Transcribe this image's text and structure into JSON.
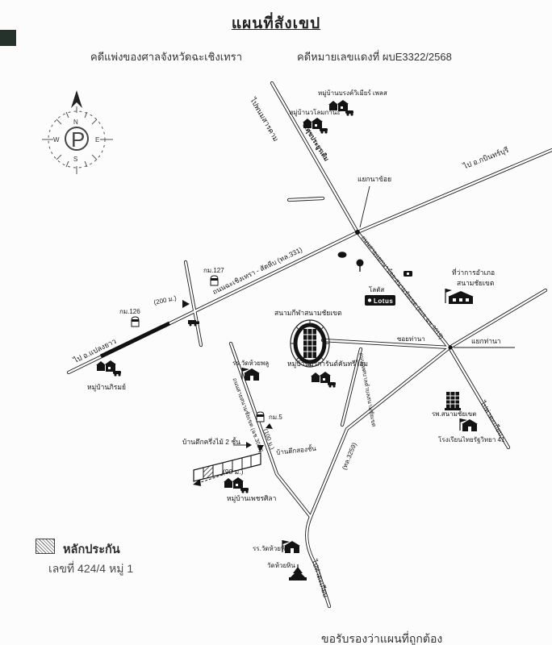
{
  "header": {
    "title": "แผนที่สังเขป",
    "case_left": "คดีแพ่งของศาลจังหวัดฉะเชิงเทรา",
    "case_right": "คดีหมายเลขแดงที่ ผบE3322/2568"
  },
  "footer": {
    "certify": "ขอรับรองว่าแผนที่ถูกต้อง"
  },
  "compass": {
    "n": "N",
    "e": "E",
    "s": "S",
    "w": "W",
    "monogram": "P"
  },
  "legend": {
    "collateral_label": "หลักประกัน",
    "address": "เลขที่ 424/4 หมู่ 1"
  },
  "map": {
    "roads": {
      "to_phanom": "ไปพนมสารคาม",
      "old_road": "ถ.ศุขประยูรเดิม",
      "to_kabin": "ไป อ.กบินทร์บุรี",
      "hwy331": "ถนนฉะเชิงเทรา - สัตหีบ (ทล.331)",
      "to_plaengyao": "ไป อ.แปลงยาว",
      "rd3019": "ถนนสายแยกนาข้อย-สนามชัยเขต (อบจ.ฉช.3019)",
      "soi_thana": "ซอยท่านา",
      "municipal": "ถนนเทศบาลตำบลสนามชัยเขต",
      "rd3017": "ถนนสายสนามชัยเขต (ฉช.3017)",
      "hwy3259": "(ทล.3259)",
      "to_thatakiab_e": "ไปท่าตะเกียบ",
      "to_thatakiab_s": "ไปท่าตะเกียบ"
    },
    "junctions": {
      "nakhoi": "แยกนาข้อย",
      "thana": "แยกท่านา"
    },
    "markers": {
      "km127": "กม.127",
      "km126": "กม.126",
      "km5": "กม.5",
      "m200": "(200 ม.)",
      "m100": "(100 ม.)",
      "m90": "(90 ม.)"
    },
    "places": {
      "village_premier": "หมู่บ้านบรงค์วิเมียร์ เพลส",
      "village_walom": "หมู่บ้านวโลมกานะ",
      "village_pirom": "หมู่บ้านภิรมย์",
      "stadium": "สนามกีฬาสนามชัยเขต",
      "lotus_top": "โลตัส",
      "lotus_box": "Lotus",
      "district_office_1": "ที่ว่าการอำเภอ",
      "district_office_2": "สนามชัยเขต",
      "hospital": "รพ.สนามชัยเขต",
      "school_thairath": "โรงเรียนไทยรัฐวิทยา 41",
      "school_huayplu": "รร.วัดห้วยพลู",
      "village_country": "หมู่บ้านปรีการันต์คันทรีโฮม",
      "house_two_storey": "บ้านตึกสองชั้น",
      "house_half_wood": "บ้านตึกครึ่งไม้ 2 ชั้น",
      "village_phet": "หมู่บ้านเพชรศิลา",
      "school_huayhin": "รร.วัดห้วยหิน",
      "temple_huayhin": "วัดห้วยหิน"
    }
  }
}
